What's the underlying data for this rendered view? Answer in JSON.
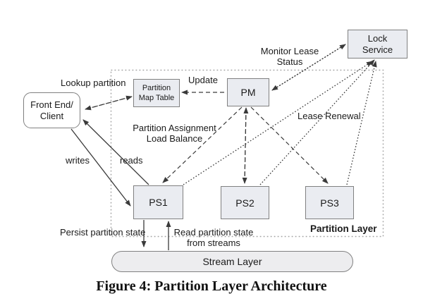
{
  "figure": {
    "caption": "Figure 4: Partition Layer Architecture"
  },
  "diagram": {
    "nodes": {
      "front_end": "Front End/\nClient",
      "partition_map_table": "Partition\nMap Table",
      "pm": "PM",
      "lock_service": "Lock\nService",
      "ps1": "PS1",
      "ps2": "PS2",
      "ps3": "PS3",
      "stream_layer": "Stream Layer"
    },
    "labels": {
      "monitor_lease_status": "Monitor Lease\nStatus",
      "lookup_partition": "Lookup partition",
      "update": "Update",
      "lease_renewal": "Lease Renewal",
      "partition_assignment": "Partition Assignment\nLoad Balance",
      "writes": "writes",
      "reads": "reads",
      "persist_partition_state": "Persist partition state",
      "read_partition_state": "Read partition state\nfrom streams",
      "partition_layer": "Partition Layer"
    },
    "colors": {
      "node_fill": "#eaecf1",
      "stream_fill": "#ededef",
      "node_border": "#808080",
      "line": "#3a3a3a",
      "boundary": "#a3a3a3",
      "text": "#1a1a1a"
    }
  }
}
